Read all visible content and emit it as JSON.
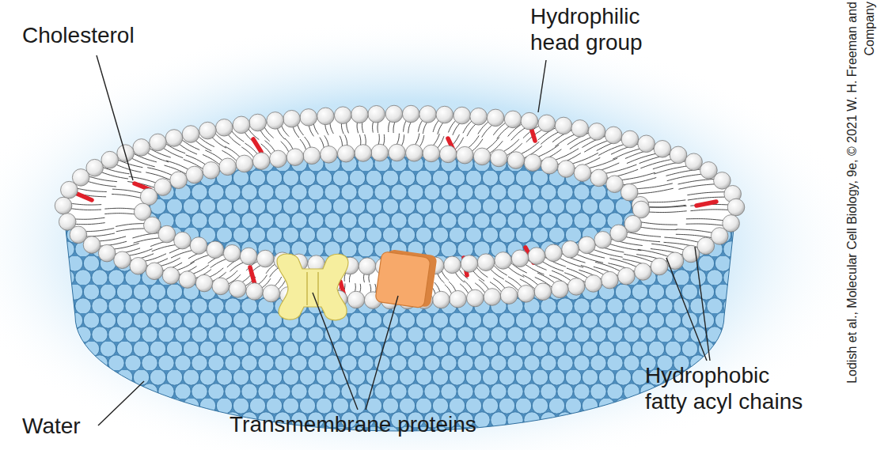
{
  "diagram": {
    "labels": [
      "Cholesterol",
      "Hydrophilic head group",
      "Lodish et al., Molecular Cell Biology, 9e, © 2021 W. H. Freeman and Company",
      "Hydrophobic fatty acyl chains",
      "Water",
      "Transmembrane proteins"
    ]
  }
}
